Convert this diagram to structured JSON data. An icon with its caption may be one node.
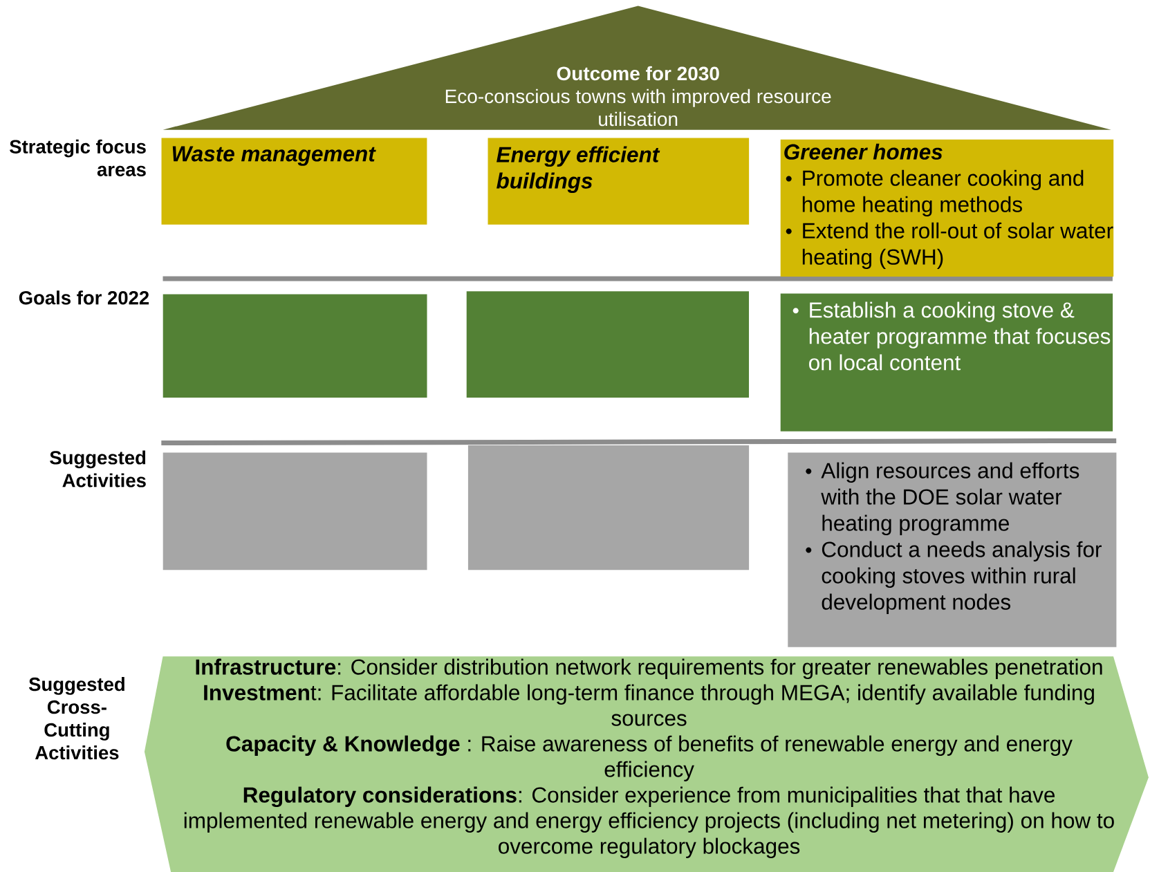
{
  "diagram": {
    "nodes": [
      {
        "text": [
          "Outcome for 2030",
          "Eco-conscious towns with improved resource utilisation"
        ]
      },
      {
        "text": [
          "Waste management"
        ]
      },
      {
        "text": [
          "Energy efficient buildings"
        ]
      },
      {
        "text": [
          "Greener homes",
          "Promote cleaner cooking and home heating methods",
          "Extend the roll-out of solar water heating (SWH)"
        ]
      },
      {
        "text": [],
        "shape": "box"
      },
      {
        "text": [],
        "shape": "box"
      },
      {
        "text": [
          "Establish a cooking stove & heater programme that focuses on local content"
        ]
      },
      {
        "text": [],
        "shape": "box"
      },
      {
        "text": [],
        "shape": "box"
      },
      {
        "text": [
          "Align resources and efforts with the DOE solar water heating programme",
          "Conduct a needs analysis for cooking stoves within rural development nodes"
        ]
      },
      {
        "text": [
          "**Infrastructure**: Consider distribution network requirements for greater renewables penetration",
          "**Investmen**t: Facilitate affordable long-term finance through MEGA; identify available funding sources",
          "**Capacity & Knowledge** : Raise awareness of benefits of renewable energy and energy efficiency",
          "**Regulatory considerations**: Consider experience from municipalities that that have implemented renewable energy and energy efficiency projects (including net metering) on how to overcome regulatory blockages"
        ]
      }
    ],
    "labels": [
      "Strategic focus areas",
      "Goals for 2022",
      "Suggested Activities",
      "Suggested Cross-Cutting Activities"
    ]
  }
}
